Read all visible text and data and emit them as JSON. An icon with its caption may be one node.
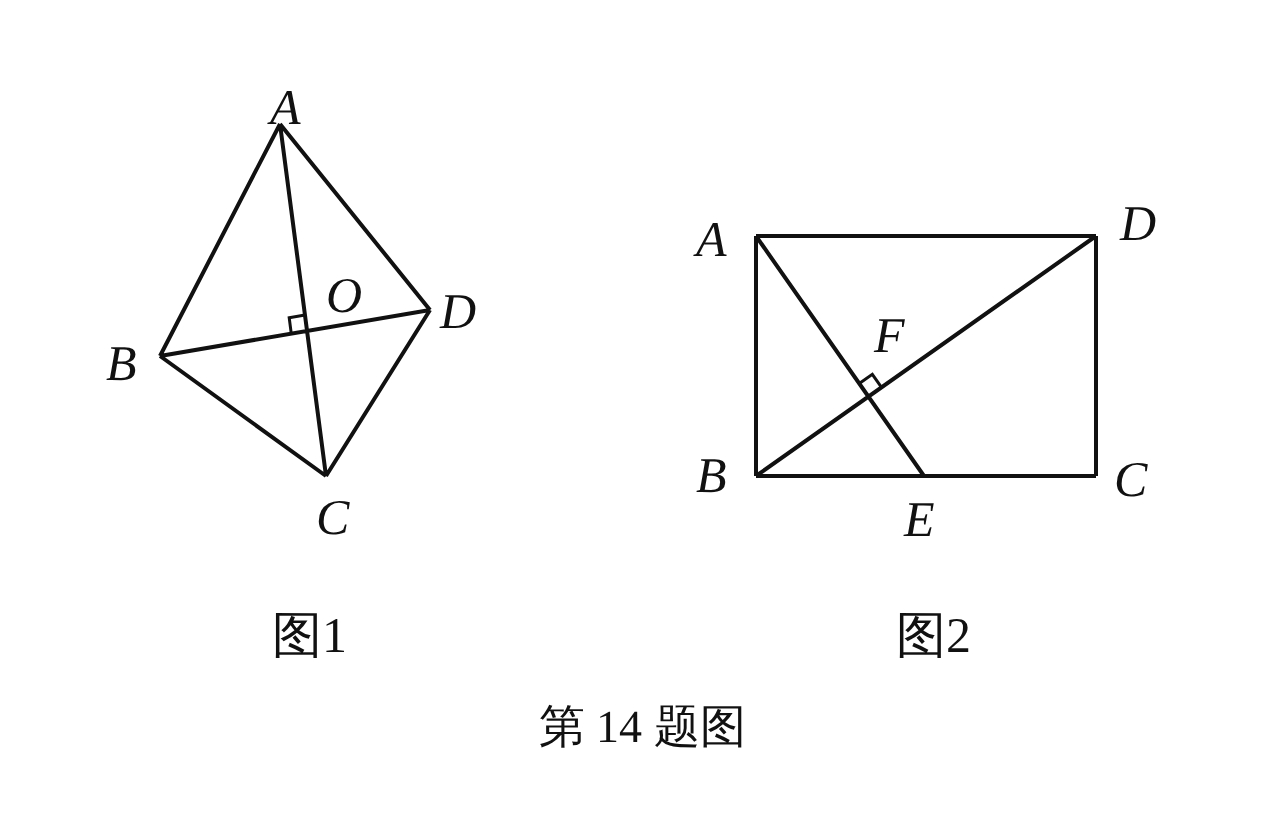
{
  "diagram": {
    "caption": "第 14 题图",
    "labels": [
      "A",
      "O",
      "D",
      "B",
      "C",
      "图1",
      "A",
      "D",
      "F",
      "B",
      "E",
      "C",
      "图2"
    ]
  }
}
